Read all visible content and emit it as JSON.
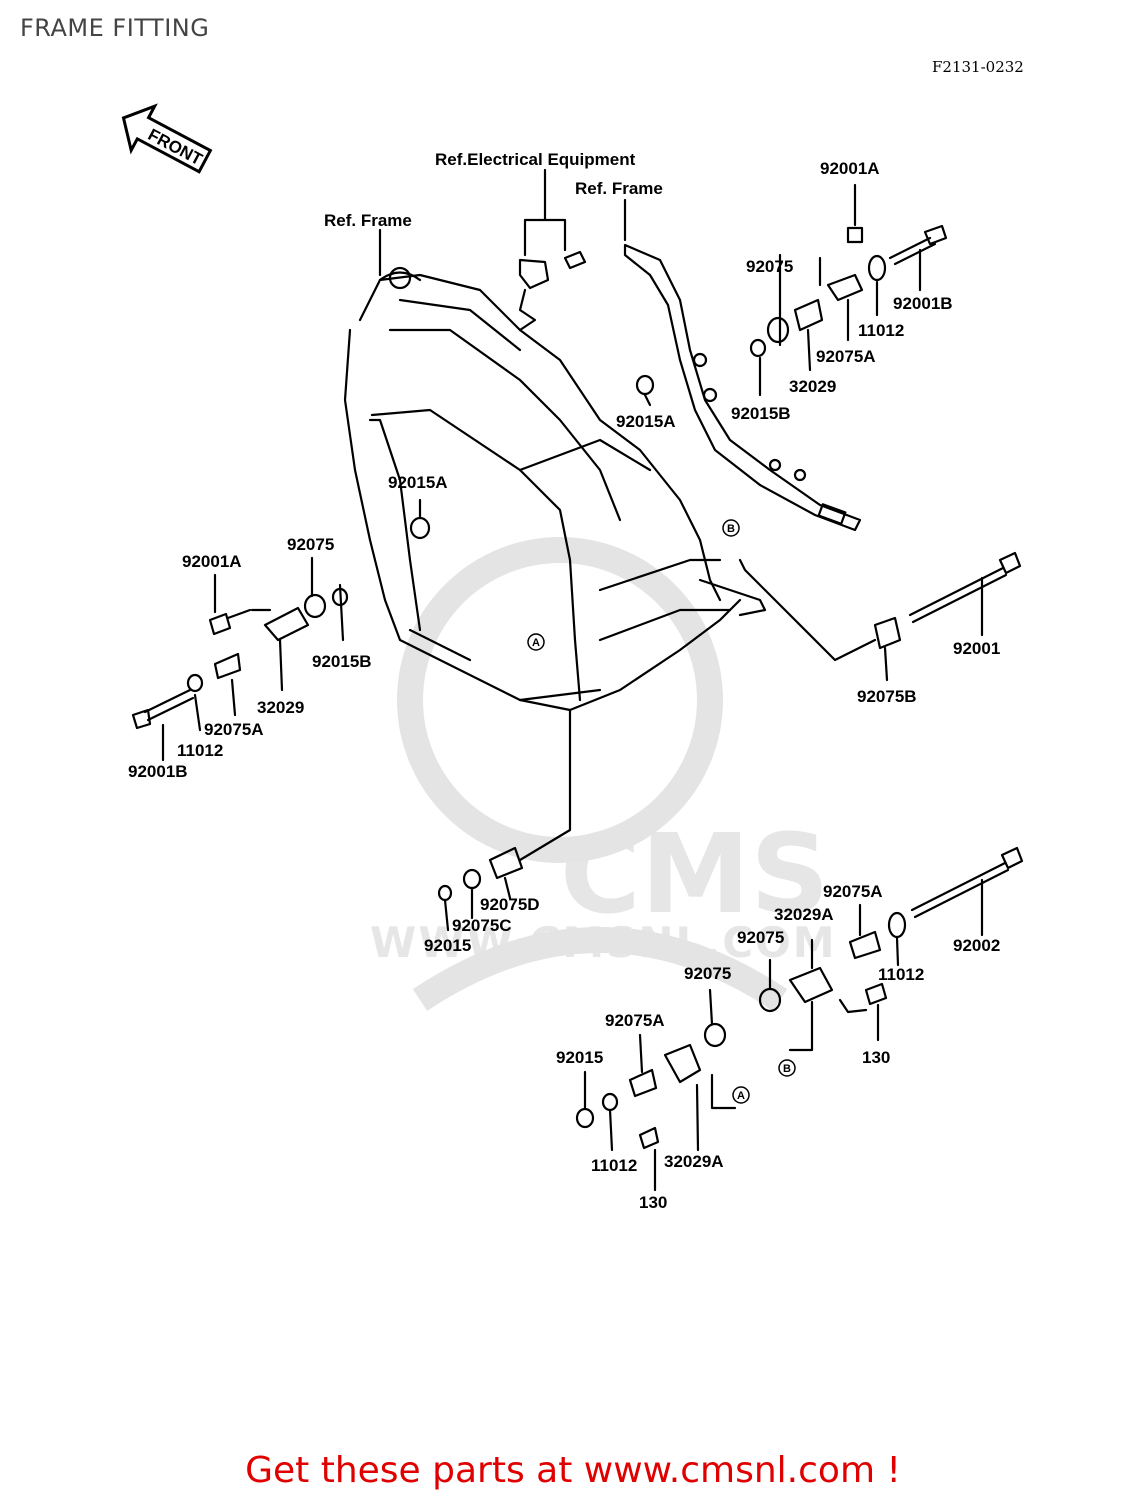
{
  "title": "FRAME FITTING",
  "diagram_code": "F2131-0232",
  "front_label": "FRONT",
  "watermark": {
    "brand": "CMS",
    "url": "WWW.CMSNL.COM"
  },
  "footer": "Get these parts at www.cmsnl.com !",
  "labels": {
    "ref_electrical": "Ref.Electrical Equipment",
    "ref_frame_top": "Ref. Frame",
    "ref_frame_left": "Ref. Frame",
    "r_92001A": "92001A",
    "r_92075": "92075",
    "r_92001B": "92001B",
    "r_11012": "11012",
    "r_92075A": "92075A",
    "r_32029": "32029",
    "r_92015B": "92015B",
    "r_92015A": "92015A",
    "m_92015A": "92015A",
    "l_92001A": "92001A",
    "l_92075": "92075",
    "l_92015B": "92015B",
    "l_32029": "32029",
    "l_92075A": "92075A",
    "l_11012": "11012",
    "l_92001B": "92001B",
    "r_92001": "92001",
    "r_92075B": "92075B",
    "b_92075D": "92075D",
    "b_92075C": "92075C",
    "b_92015": "92015",
    "br_92075A": "92075A",
    "br_32029A": "32029A",
    "br_92075": "92075",
    "br_11012": "11012",
    "br_92002": "92002",
    "br_130": "130",
    "bm_92075": "92075",
    "bm_92075A": "92075A",
    "bm_92015": "92015",
    "bm_11012": "11012",
    "bm_32029A": "32029A",
    "bm_130": "130"
  },
  "callouts": {
    "a": "A",
    "b": "B"
  }
}
